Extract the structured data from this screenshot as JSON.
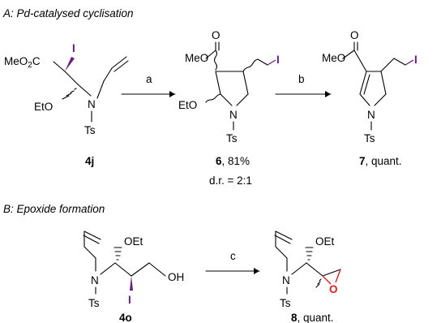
{
  "sections": [
    {
      "header": "A: Pd-catalysed cyclisation"
    },
    {
      "header": "B: Epoxide formation"
    }
  ],
  "atoms": {
    "meo2c": "MeO",
    "meo2c_sub": "2",
    "meo2c_c": "C",
    "iodine": "I",
    "oxygen": "O",
    "eto": "EtO",
    "oet": "OEt",
    "nitrogen": "N",
    "ts": "Ts",
    "oh": "OH"
  },
  "compounds": {
    "c4j": {
      "number": "4j"
    },
    "c6": {
      "number": "6",
      "yield": ", 81%",
      "dr": "d.r. = 2:1"
    },
    "c7": {
      "number": "7",
      "yield": ", quant."
    },
    "c4o": {
      "number": "4o"
    },
    "c8": {
      "number": "8",
      "yield": ", quant."
    }
  },
  "arrows": [
    {
      "label": "a"
    },
    {
      "label": "b"
    },
    {
      "label": "c"
    }
  ],
  "colors": {
    "iodine": "#6a1a84",
    "epoxide_oxygen": "#e0201c",
    "text": "#000000"
  }
}
